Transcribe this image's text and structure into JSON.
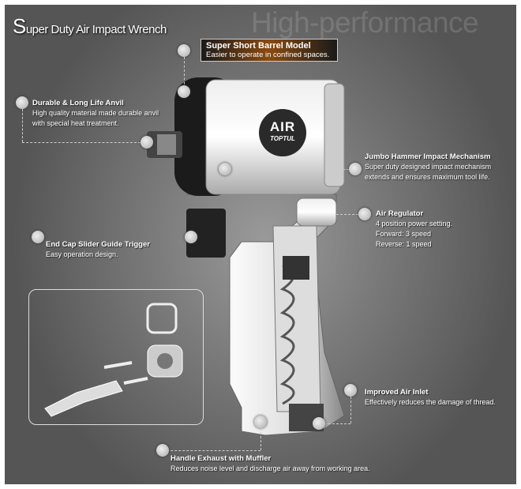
{
  "title": {
    "first_letter": "S",
    "rest": "uper Duty Air Impact Wrench"
  },
  "watermark": "High-performance",
  "badge": {
    "heading": "Super Short Barrel Model",
    "text": "Easier to operate in confined spaces."
  },
  "logo": {
    "line1": "AIR",
    "line2": "TOPTUL"
  },
  "callouts": [
    {
      "heading": "Durable & Long Life Anvil",
      "lines": [
        "High quality material made durable anvil",
        "with special heat treatment."
      ]
    },
    {
      "heading": "Jumbo Hammer Impact Mechanism",
      "lines": [
        "Super duty designed impact mechanism",
        "extends and ensures maximum tool life."
      ]
    },
    {
      "heading": "Air Regulator",
      "lines": [
        "4 position power setting.",
        "Forward: 3 speed",
        "Reverse: 1 speed"
      ]
    },
    {
      "heading": "End Cap Slider Guide Trigger",
      "lines": [
        "Easy operation design."
      ]
    },
    {
      "heading": "Improved Air Inlet",
      "lines": [
        "Effectively reduces the damage of thread."
      ]
    },
    {
      "heading": "Handle Exhaust with Muffler",
      "lines": [
        "Reduces noise level and discharge air away from working area."
      ]
    }
  ]
}
